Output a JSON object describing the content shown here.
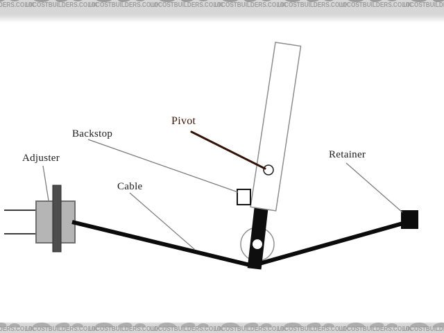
{
  "watermark": {
    "text": "LOCOSTBUILDERS.CO.UK",
    "repeat": 8
  },
  "diagram": {
    "labels": [
      {
        "id": "adjuster",
        "text": "Adjuster"
      },
      {
        "id": "backstop",
        "text": "Backstop"
      },
      {
        "id": "cable",
        "text": "Cable"
      },
      {
        "id": "pivot",
        "text": "Pivot"
      },
      {
        "id": "retainer",
        "text": "Retainer"
      }
    ]
  },
  "colors": {
    "watermark_background": "#d6d6d6",
    "watermark_text": "#9e9e9e",
    "watermark_logo": "#adadad",
    "label_text": "#1b1b1b",
    "pivot_label": "#3a1407",
    "pivot_leader_line": "#331208",
    "leader_line": "#7d7d7d",
    "cable_black": "#0b0b0b",
    "adjuster_body": "#b5b5b5",
    "adjuster_bar": "#4d4d4d",
    "outline_gray": "#8d8d8d"
  }
}
